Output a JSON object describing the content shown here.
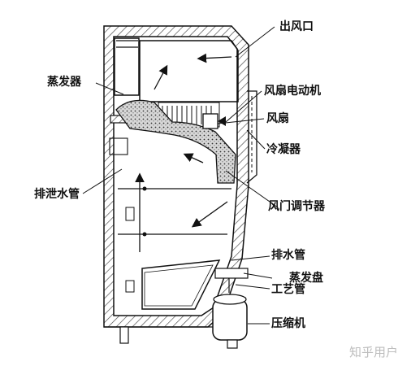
{
  "labels": {
    "air_outlet": "出风口",
    "evaporator": "蒸发器",
    "fan_motor": "风扇电动机",
    "fan": "风扇",
    "condenser": "冷凝器",
    "drain_pipe_left": "排泄水管",
    "damper_regulator": "风门调节器",
    "drain_pipe": "排水管",
    "evaporation_tray": "蒸发盘",
    "process_pipe": "工艺管",
    "compressor": "压缩机"
  },
  "watermark": "知乎用户",
  "colors": {
    "line": "#111111",
    "insulation_hatch": "#444444",
    "evaporator_fill": "#d8d8d8",
    "watermark": "#bdbdbd"
  }
}
